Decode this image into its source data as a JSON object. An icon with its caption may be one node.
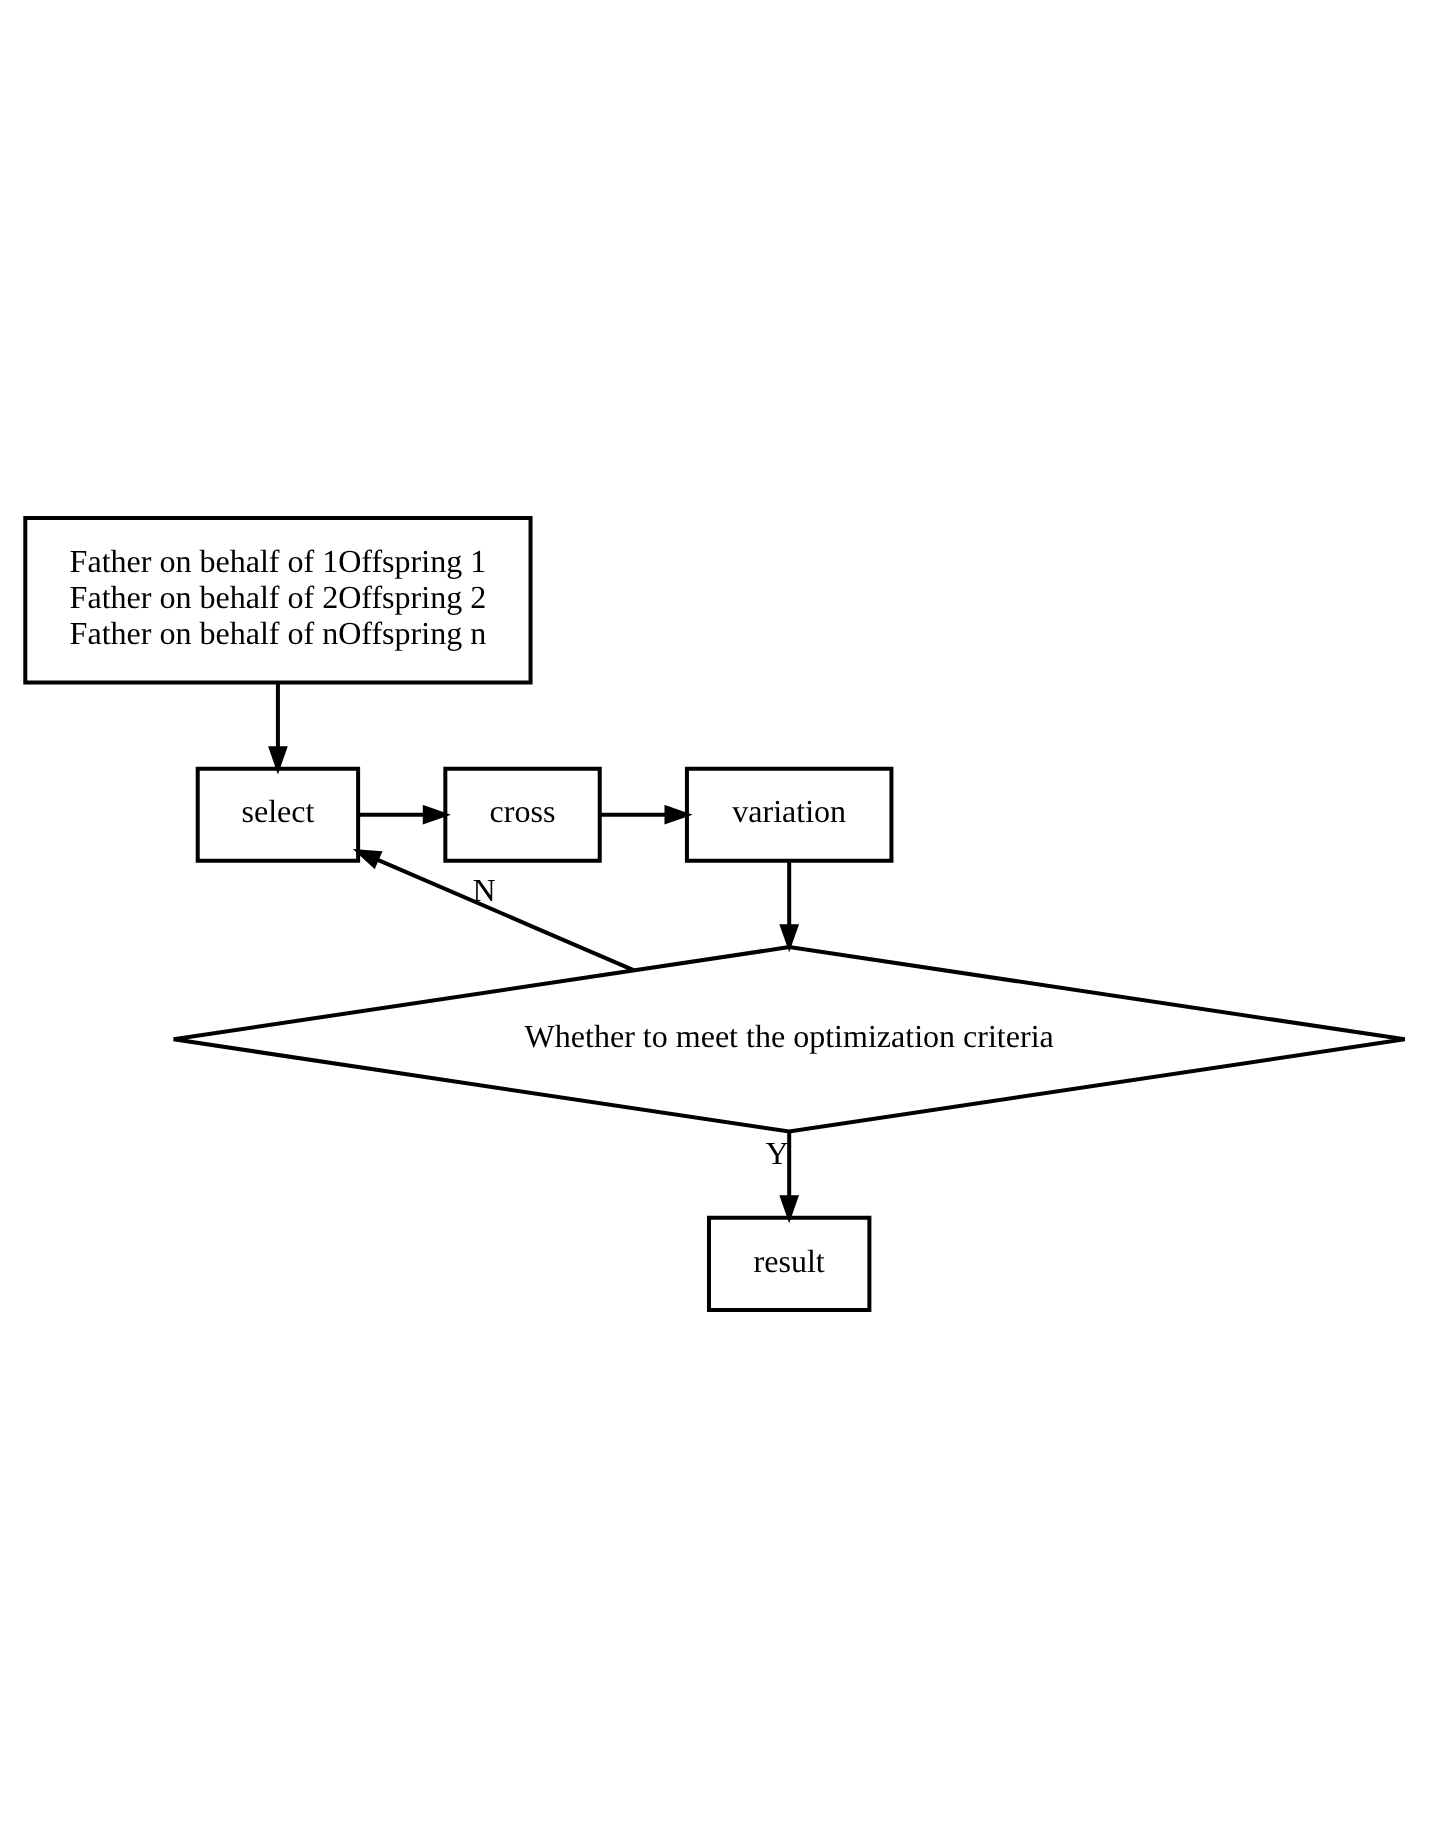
{
  "diagram": {
    "nodes": [
      {
        "text": [
          "Father on behalf of 1Offspring 1",
          "Father on behalf of 2Offspring 2",
          "Father on behalf of nOffspring n"
        ]
      },
      {
        "text": [
          "select"
        ]
      },
      {
        "text": [
          "cross"
        ]
      },
      {
        "text": [
          "variation"
        ]
      },
      {
        "text": [
          "Whether to meet the optimization criteria"
        ]
      },
      {
        "text": [
          "result"
        ]
      }
    ],
    "edges": [
      {
        "from": 0,
        "to": 1,
        "arrow": "to"
      },
      {
        "from": 1,
        "to": 2,
        "arrow": "to"
      },
      {
        "from": 2,
        "to": 3,
        "arrow": "to"
      },
      {
        "from": 3,
        "to": 4,
        "arrow": "to"
      },
      {
        "from": 4,
        "to": 1,
        "arrow": "to",
        "label": "N"
      },
      {
        "from": 4,
        "to": 5,
        "arrow": "to",
        "label": "Y"
      }
    ]
  }
}
